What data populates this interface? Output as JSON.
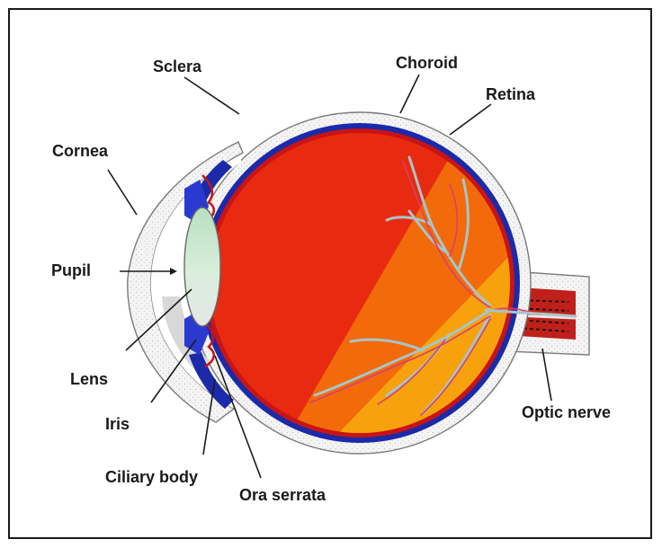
{
  "diagram": {
    "labels": {
      "sclera": "Sclera",
      "choroid": "Choroid",
      "retina": "Retina",
      "cornea": "Cornea",
      "pupil": "Pupil",
      "lens": "Lens",
      "iris": "Iris",
      "ciliary_body": "Ciliary body",
      "ora_serrata": "Ora serrata",
      "optic_nerve": "Optic nerve"
    },
    "colors": {
      "sclera": "#f2f2f2",
      "choroid": "#1b2aa8",
      "retina": "#c81414",
      "vitreous_dark": "#e82a10",
      "vitreous_mid": "#f26a0a",
      "vitreous_light": "#f7a20c",
      "lens": "#bfe3c4",
      "vessels": "#a8c4c8"
    }
  }
}
